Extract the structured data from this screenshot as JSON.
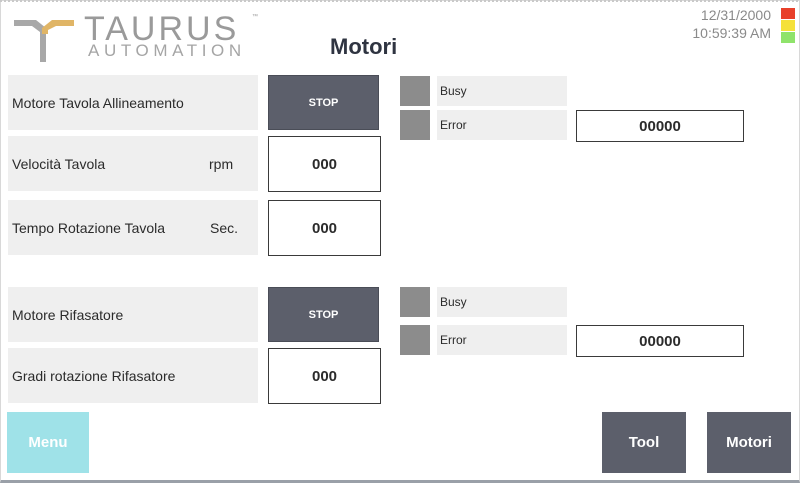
{
  "header": {
    "logo": {
      "line1": "TAURUS",
      "line2": "AUTOMATION",
      "tm": "™"
    },
    "title": "Motori",
    "date": "12/31/2000",
    "time": "10:59:39 AM",
    "status_colors": [
      "#e8402a",
      "#f5e13a",
      "#8fe36b"
    ]
  },
  "motor1": {
    "label": "Motore Tavola Allineamento",
    "button": "STOP",
    "busy_label": "Busy",
    "error_label": "Error",
    "error_code": "00000",
    "speed": {
      "label": "Velocità Tavola",
      "unit": "rpm",
      "value": "000"
    },
    "time": {
      "label": "Tempo Rotazione Tavola",
      "unit": "Sec.",
      "value": "000"
    }
  },
  "motor2": {
    "label": "Motore Rifasatore",
    "button": "STOP",
    "busy_label": "Busy",
    "error_label": "Error",
    "error_code": "00000",
    "degrees": {
      "label": "Gradi rotazione Rifasatore",
      "value": "000"
    }
  },
  "nav": {
    "menu": "Menu",
    "tool": "Tool",
    "motori": "Motori",
    "colors": {
      "menu_bg": "#9fe2e8",
      "dark_bg": "#5c5f6b"
    }
  }
}
